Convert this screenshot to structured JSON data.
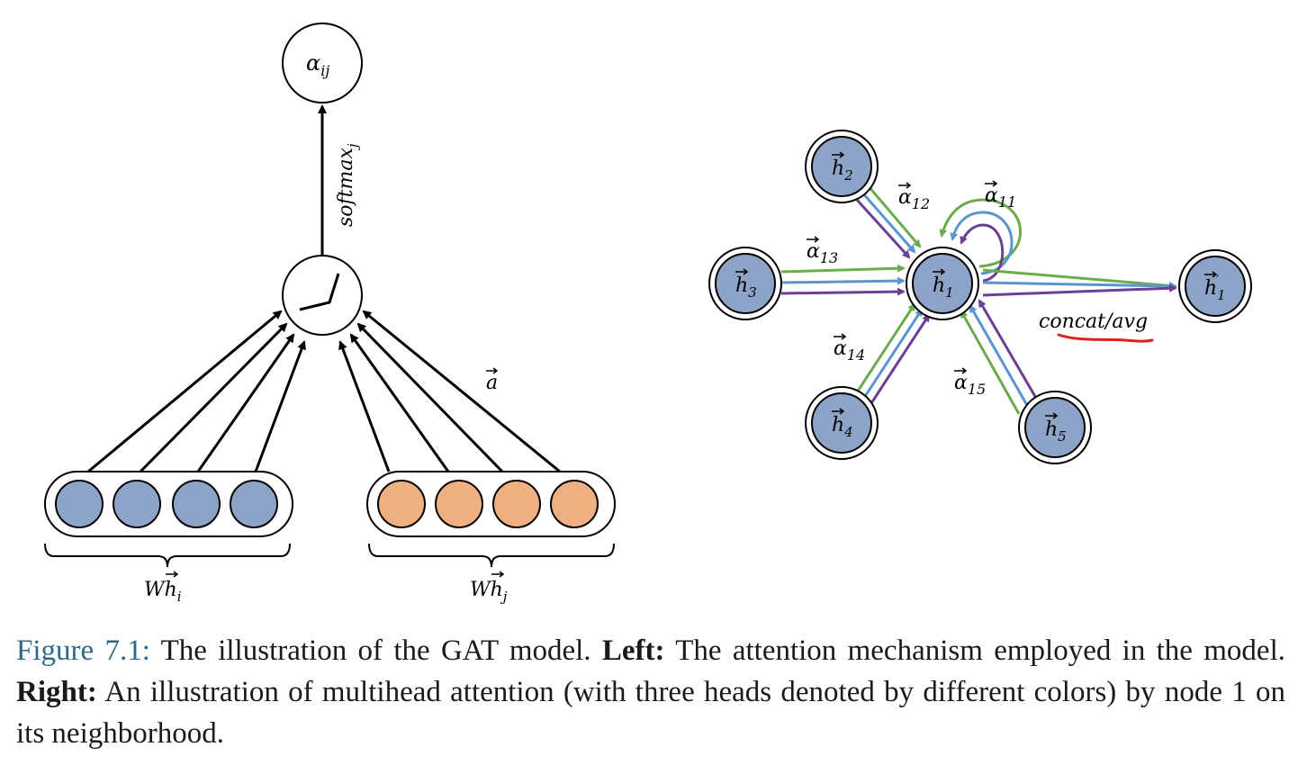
{
  "left_panel": {
    "output_label": "α",
    "output_sub": "ij",
    "softmax_label": "softmax",
    "softmax_sub": "j",
    "attention_vector_label": "a",
    "group_i_label": "Wh",
    "group_i_sub": "i",
    "group_j_label": "Wh",
    "group_j_sub": "j",
    "colors": {
      "group_i_fill": "#8ea3c8",
      "group_j_fill": "#eeb081"
    }
  },
  "right_panel": {
    "nodes": [
      {
        "id": "h1",
        "label": "h",
        "sub": "1"
      },
      {
        "id": "h2",
        "label": "h",
        "sub": "2"
      },
      {
        "id": "h3",
        "label": "h",
        "sub": "3"
      },
      {
        "id": "h4",
        "label": "h",
        "sub": "4"
      },
      {
        "id": "h5",
        "label": "h",
        "sub": "5"
      },
      {
        "id": "h1prime",
        "label": "h",
        "sub": "1"
      }
    ],
    "edge_labels": [
      {
        "id": "a11",
        "base": "α",
        "sub": "11"
      },
      {
        "id": "a12",
        "base": "α",
        "sub": "12"
      },
      {
        "id": "a13",
        "base": "α",
        "sub": "13"
      },
      {
        "id": "a14",
        "base": "α",
        "sub": "14"
      },
      {
        "id": "a15",
        "base": "α",
        "sub": "15"
      }
    ],
    "aggregation_label": "concat/avg",
    "colors": {
      "node_fill": "#8ea3c8",
      "head_1": "#6aac4c",
      "head_2": "#5b95cf",
      "head_3": "#6b3f95",
      "underline": "#e02020"
    }
  },
  "caption": {
    "figure_label": "Figure 7.1:",
    "text_1": " The illustration of the GAT model. ",
    "left_bold": "Left:",
    "text_2": " The attention mechanism employed in the model. ",
    "right_bold": "Right:",
    "text_3": " An illustration of multihead attention (with three heads denoted by different colors) by node 1 on its neighborhood."
  }
}
